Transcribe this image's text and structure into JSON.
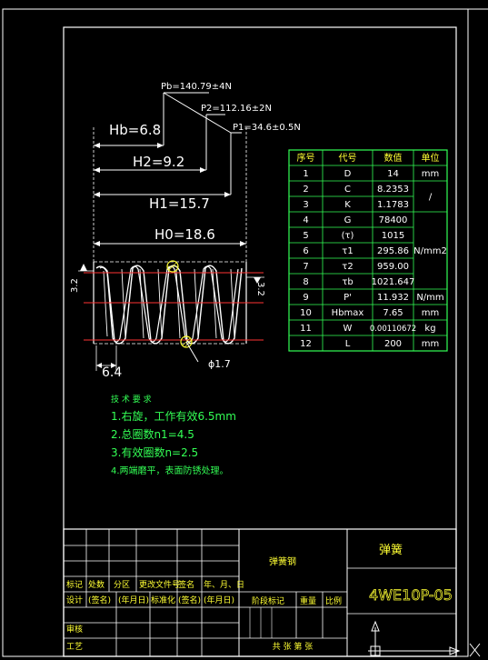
{
  "forces": {
    "pb": "Pb=140.79±4N",
    "p2": "P2=112.16±2N",
    "p1": "P1=34.6±0.5N"
  },
  "dims": {
    "hb": "Hb=6.8",
    "h2": "H2=9.2",
    "h1": "H1=15.7",
    "h0": "H0=18.6",
    "left_side": "3.2",
    "right_side": "3.2",
    "pitch": "6.4",
    "wire": "ϕ1.7"
  },
  "param_table": {
    "headers": [
      "序号",
      "代号",
      "数值",
      "单位"
    ],
    "rows": [
      [
        "1",
        "D",
        "14",
        "mm"
      ],
      [
        "2",
        "C",
        "8.2353",
        "/"
      ],
      [
        "3",
        "K",
        "1.1783",
        ""
      ],
      [
        "4",
        "G",
        "78400",
        ""
      ],
      [
        "5",
        "(τ)",
        "1015",
        ""
      ],
      [
        "6",
        "τ1",
        "295.86",
        "N/mm2"
      ],
      [
        "7",
        "τ2",
        "959.00",
        ""
      ],
      [
        "8",
        "τb",
        "1021.647",
        ""
      ],
      [
        "9",
        "P'",
        "11.932",
        "N/mm"
      ],
      [
        "10",
        "Hbmax",
        "7.65",
        "mm"
      ],
      [
        "11",
        "W",
        "0.00110672",
        "kg"
      ],
      [
        "12",
        "L",
        "200",
        "mm"
      ]
    ]
  },
  "tech": {
    "title": "技 术 要 求",
    "items": [
      "1.右旋，工作有效6.5mm",
      "2.总圈数n1=4.5",
      "3.有效圈数n=2.5",
      "4.两端磨平，表面防锈处理。"
    ]
  },
  "title_block": {
    "material": "弹簧钢",
    "part_name": "弹簧",
    "drawing_no": "4WE10P-05",
    "row_labels": [
      "标记",
      "处数",
      "分区",
      "更改文件号",
      "签名",
      "年、月、日"
    ],
    "design_row": [
      "设计",
      "(签名)",
      "(年月日)",
      "标准化",
      "(签名)",
      "(年月日)"
    ],
    "stage_labels": [
      "阶段标记",
      "重量",
      "比例"
    ],
    "review": "审核",
    "process": "工艺",
    "sheets": "共  张  第  张"
  }
}
